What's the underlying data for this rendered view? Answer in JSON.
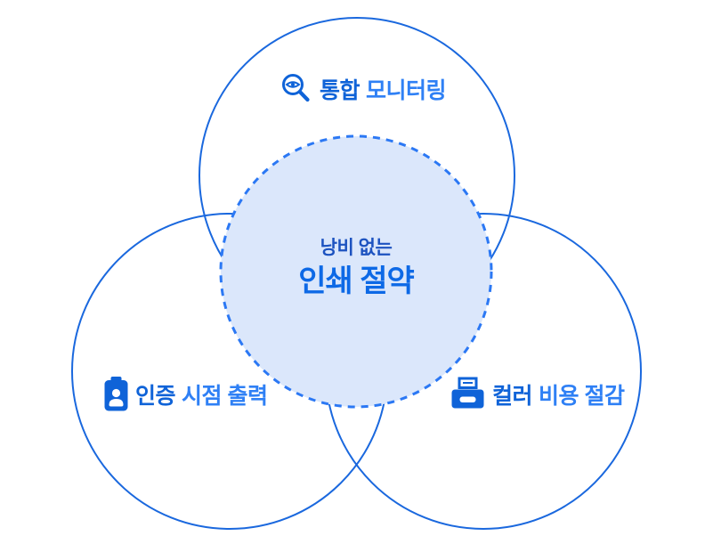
{
  "diagram": {
    "center": {
      "line1": "낭비 없는",
      "line2": "인쇄 절약"
    },
    "labels": {
      "top": {
        "icon": "magnifier-eye-icon",
        "emphasis": "통합",
        "rest": "모니터링"
      },
      "bottom_left": {
        "icon": "id-badge-icon",
        "emphasis": "인증",
        "rest": "시점 출력"
      },
      "bottom_right": {
        "icon": "printer-icon",
        "emphasis": "컬러",
        "rest": "비용 절감"
      }
    },
    "colors": {
      "background": "#ffffff",
      "circle_stroke": "#1a68de",
      "dashed_stroke": "#2b78f4",
      "center_fill": "#dbe7fb",
      "label_dark": "#0f63d8",
      "label_light": "#2f80f5",
      "center_small": "#1d53c0",
      "center_big": "#0d69e6"
    }
  }
}
